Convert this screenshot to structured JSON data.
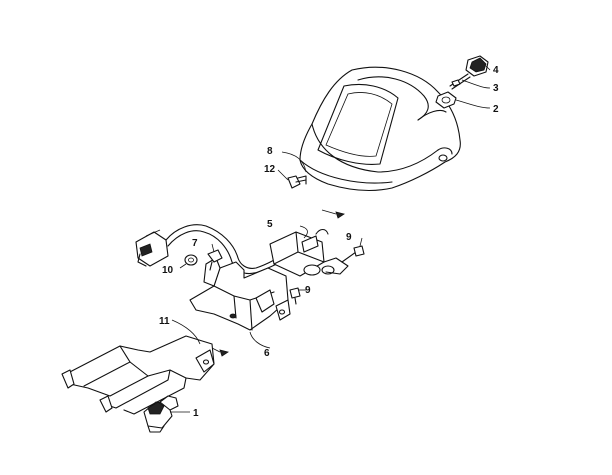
{
  "callouts": [
    {
      "id": "c1",
      "label": "1"
    },
    {
      "id": "c2",
      "label": "2"
    },
    {
      "id": "c3",
      "label": "3"
    },
    {
      "id": "c4",
      "label": "4"
    },
    {
      "id": "c5",
      "label": "5"
    },
    {
      "id": "c6",
      "label": "6"
    },
    {
      "id": "c7",
      "label": "7"
    },
    {
      "id": "c8",
      "label": "8"
    },
    {
      "id": "c9a",
      "label": "9"
    },
    {
      "id": "c9b",
      "label": "9"
    },
    {
      "id": "c10",
      "label": "10"
    },
    {
      "id": "c11",
      "label": "11"
    },
    {
      "id": "c12",
      "label": "12"
    }
  ]
}
